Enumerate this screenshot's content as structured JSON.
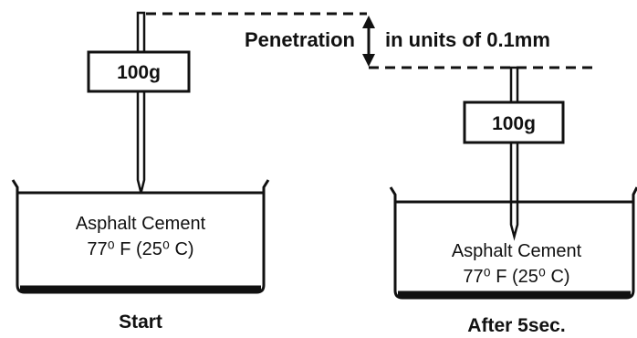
{
  "annotation": {
    "penetration": "Penetration",
    "units": "in units of 0.1mm"
  },
  "start": {
    "weight": "100g",
    "material": "Asphalt Cement",
    "temperature": "77⁰ F (25⁰ C)",
    "caption": "Start"
  },
  "after": {
    "weight": "100g",
    "material": "Asphalt Cement",
    "temperature": "77⁰ F (25⁰ C)",
    "caption": "After 5sec."
  }
}
